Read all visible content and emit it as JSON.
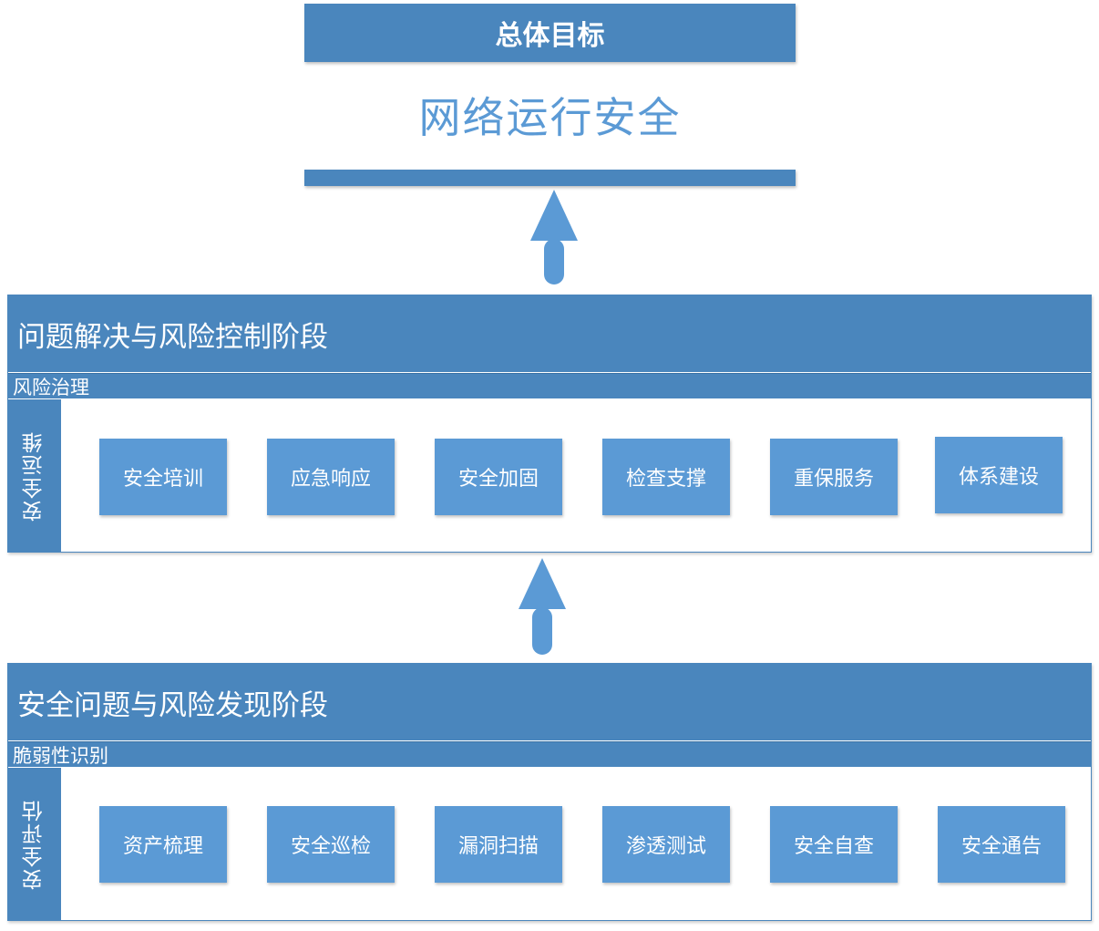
{
  "goal": {
    "header": "总体目标",
    "value": "网络运行安全"
  },
  "stages": [
    {
      "title": "问题解决与风险控制阶段",
      "subtitle": "风险治理",
      "side_label": "安全运维",
      "items": [
        "安全培训",
        "应急响应",
        "安全加固",
        "检查支撑",
        "重保服务",
        "体系建设"
      ]
    },
    {
      "title": "安全问题与风险发现阶段",
      "subtitle": "脆弱性识别",
      "side_label": "安全评估",
      "items": [
        "资产梳理",
        "安全巡检",
        "漏洞扫描",
        "渗透测试",
        "安全自查",
        "安全通告"
      ]
    }
  ],
  "colors": {
    "primary": "#4a86bd",
    "item": "#5b9ad5",
    "arrow": "#5b9ad5",
    "goal_text": "#5b9ad5"
  }
}
